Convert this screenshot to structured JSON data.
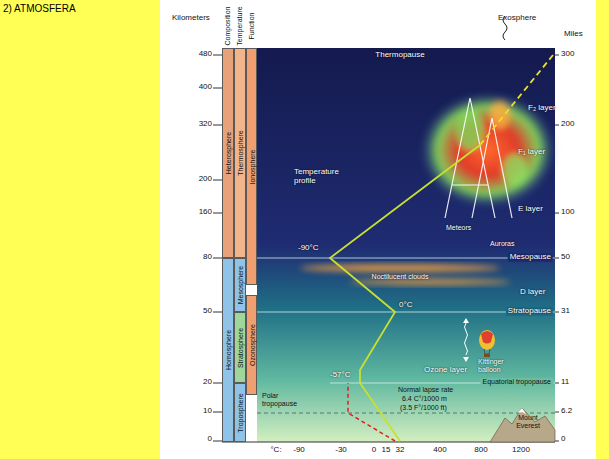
{
  "diagram": {
    "title": "2) ATMOSFERA",
    "nodes": [
      {
        "text": [
          "Heterosphere"
        ]
      },
      {
        "text": [
          "Homosphere"
        ]
      },
      {
        "text": [
          "Thermosphere"
        ]
      },
      {
        "text": [
          "Mesosphere"
        ]
      },
      {
        "text": [
          "Stratosphere"
        ]
      },
      {
        "text": [
          "Troposphere"
        ]
      },
      {
        "text": [
          "Ionosphere"
        ]
      },
      {
        "text": [
          "Ozonosphere"
        ]
      }
    ],
    "labels": [
      "Kilometers",
      "480",
      "400",
      "320",
      "200",
      "160",
      "80",
      "50",
      "20",
      "10",
      "0",
      "Composition",
      "Temperature",
      "Function",
      "Thermopause",
      "Exosphere",
      "Miles",
      "300",
      "200",
      "100",
      "50",
      "31",
      "11",
      "6.2",
      "0",
      "F₂ layer",
      "F₁ layer",
      "E layer",
      "Temperature profile",
      "-90°C",
      "Meteors",
      "Auroras",
      "Mesopause",
      "Noctilucent clouds",
      "D layer",
      "0°C",
      "Stratopause",
      "Ozone layer",
      "Kittinger balloon",
      "-57°C",
      "Equatorial tropopause",
      "Normal lapse rate",
      "6.4 C°/1000 m",
      "(3.5 F°/1000 ft)",
      "Polar tropopause",
      "Mount Everest",
      "°C:",
      "-90",
      "-30",
      "0",
      "15",
      "32",
      "400",
      "800",
      "1200"
    ]
  }
}
